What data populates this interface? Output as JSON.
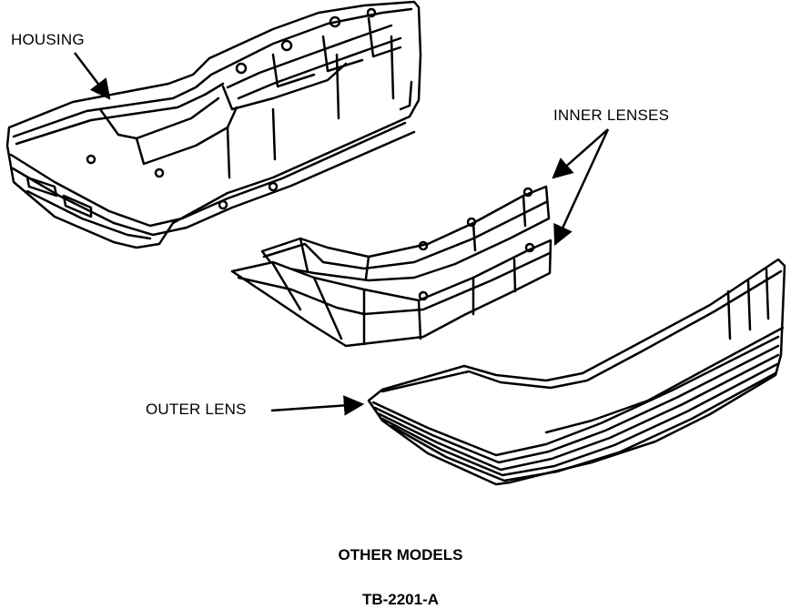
{
  "labels": {
    "housing": "HOUSING",
    "inner_lenses": "INNER LENSES",
    "outer_lens": "OUTER LENS"
  },
  "caption": {
    "models": "OTHER MODELS",
    "figure_id": "TB-2201-A"
  }
}
